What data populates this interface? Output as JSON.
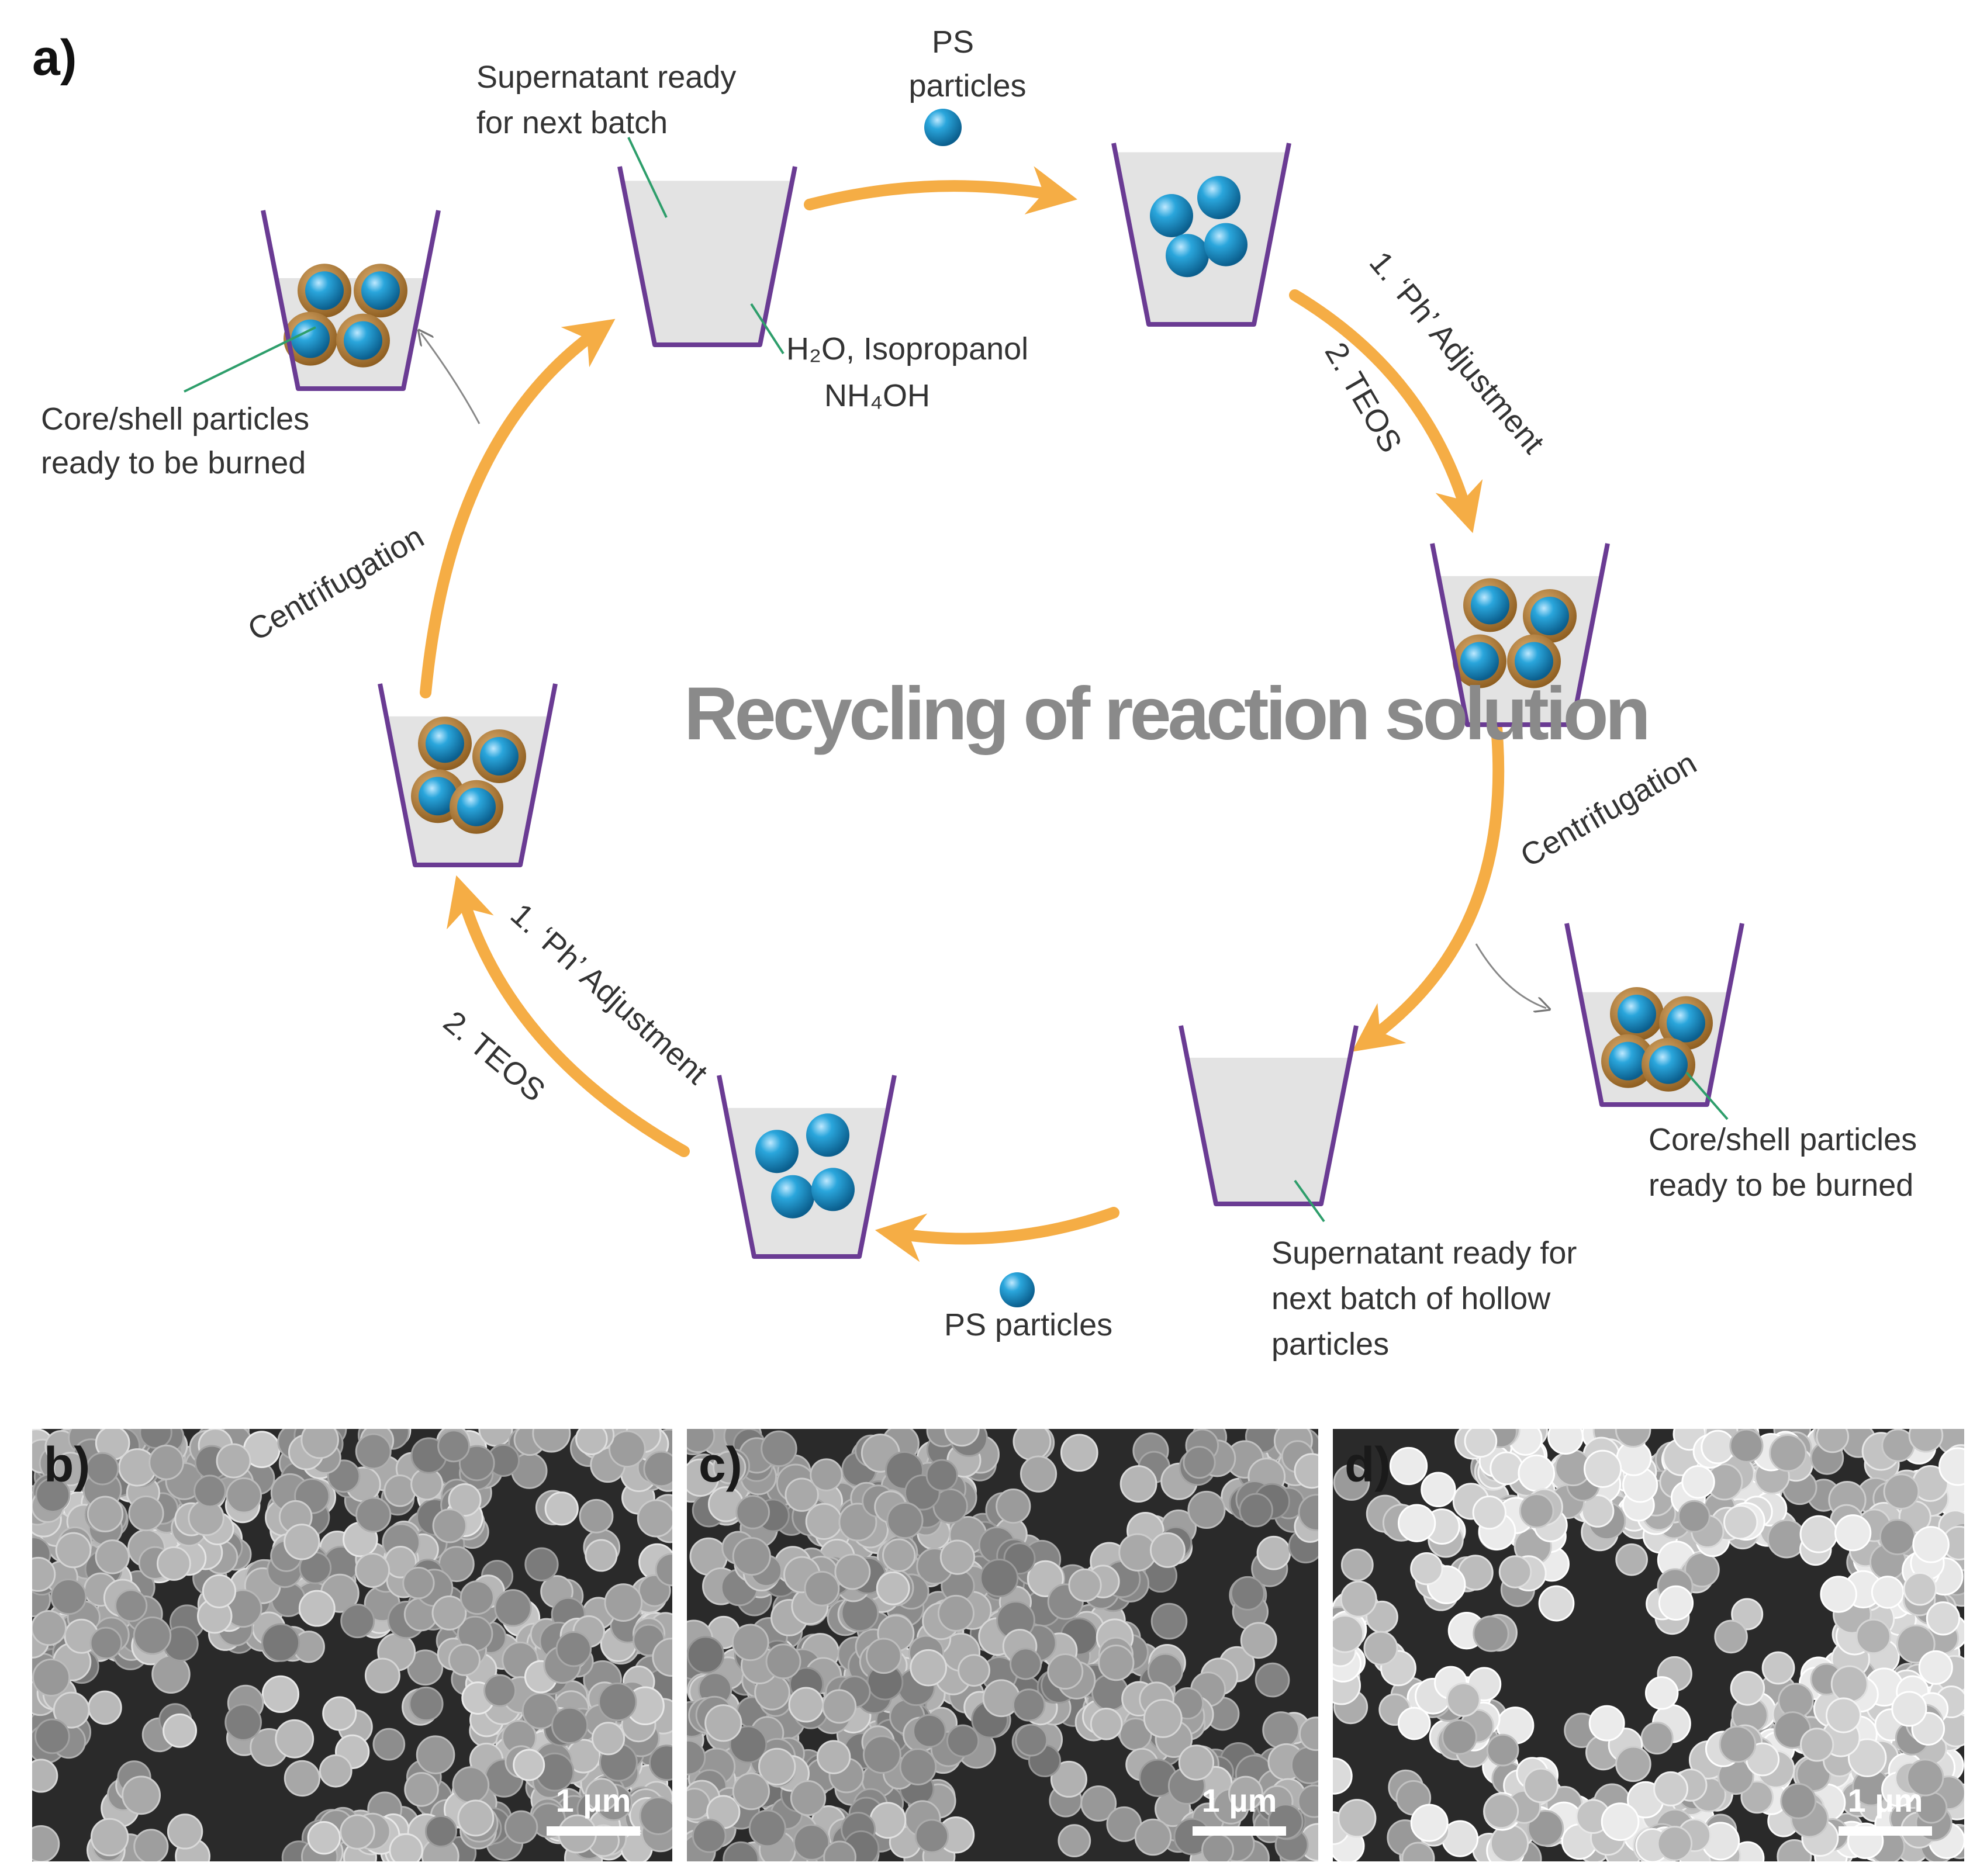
{
  "panel_a": {
    "letter": "a)",
    "title": "Recycling of reaction solution",
    "labels": {
      "supernatant_top_line1": "Supernatant ready",
      "supernatant_top_line2": "for next batch",
      "ps_top_line1": "PS",
      "ps_top_line2": "particles",
      "solvent_line1": "H₂O, Isopropanol",
      "solvent_line2": "NH₄OH",
      "core_shell_left_line1": "Core/shell particles",
      "core_shell_left_line2": "ready to be burned",
      "centrifugation_left": "Centrifugation",
      "centrifugation_right": "Centrifugation",
      "step1_right": "1. ‘Ph’ Adjustment",
      "step2_right": "2. TEOS",
      "step1_left": "1. ‘Ph’ Adjustment",
      "step2_left": "2. TEOS",
      "core_shell_right_line1": "Core/shell particles",
      "core_shell_right_line2": "ready to be burned",
      "supernatant_bottom_line1": "Supernatant ready for",
      "supernatant_bottom_line2": "next batch of hollow",
      "supernatant_bottom_line3": "particles",
      "ps_bottom": "PS particles"
    },
    "colors": {
      "arrow": "#f5ad45",
      "beaker_outline": "#6a3b93",
      "liquid": "#e3e3e3",
      "particle_core": "#1f9ad1",
      "particle_shell": "#b47a2a",
      "pointer_line": "#2e9e6b",
      "title_gray": "#8a8a8a"
    }
  },
  "sem_panels": [
    {
      "letter": "b)",
      "scale_bar": "1 µm"
    },
    {
      "letter": "c)",
      "scale_bar": "1 µm"
    },
    {
      "letter": "d)",
      "scale_bar": "1 µm"
    }
  ]
}
